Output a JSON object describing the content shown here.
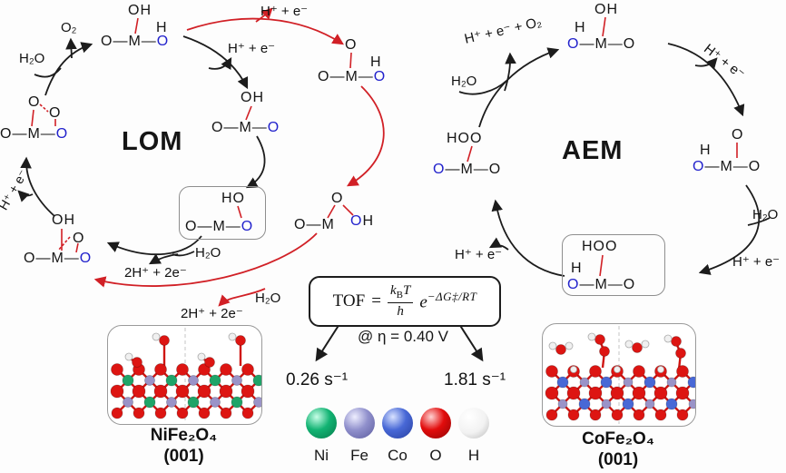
{
  "titles": {
    "lom": "LOM",
    "aem": "AEM"
  },
  "lom": {
    "species": {
      "a": {
        "top": "OH",
        "h": "H",
        "row_left": "O—M—",
        "row_o": "O"
      },
      "b": {
        "top": "O",
        "h": "H",
        "row_left": "O—M—",
        "row_o": "O"
      },
      "c": {
        "top": "O",
        "row": "O—M",
        "o": "O",
        "h": "H"
      },
      "d": {
        "top": "HO",
        "row_left": "O—M—",
        "row_o": "O"
      },
      "e": {
        "top": "OH",
        "row_left": "O—M—",
        "row_o": "O"
      },
      "f": {
        "top": "OH",
        "o": "O",
        "row_left": "O—M—",
        "row_o": "O"
      },
      "g": {
        "o1": "O",
        "o2": "O",
        "row_left": "O—M—",
        "row_o": "O"
      }
    },
    "labels": {
      "h_e_top": "H⁺ + e⁻",
      "h_e_mid": "H⁺ + e⁻",
      "h_e_left": "H⁺ + e⁻",
      "h2o_top": "H₂O",
      "o2": "O₂",
      "h2o_mid": "H₂O",
      "two_h_two_e_black": "2H⁺ + 2e⁻",
      "h2o_red": "H₂O",
      "two_h_two_e_red": "2H⁺ + 2e⁻"
    }
  },
  "aem": {
    "species": {
      "top": {
        "top": "OH",
        "h": "H",
        "row_o": "O",
        "row_right": "—M—O"
      },
      "right": {
        "top": "O",
        "h": "H",
        "row_o": "O",
        "row_right": "—M—O"
      },
      "left": {
        "top": "HOO",
        "row_o": "O",
        "row_right": "—M—O"
      },
      "boxed": {
        "top": "HOO",
        "h": "H",
        "row_o": "O",
        "row_right": "—M—O"
      }
    },
    "labels": {
      "release": "H⁺ + e⁻ + O₂",
      "h2o_top": "H₂O",
      "h_e_right": "H⁺ + e⁻",
      "h2o_right": "H₂O",
      "h_e_bottom": "H⁺ + e⁻",
      "h_e_left": "H⁺ + e⁻"
    }
  },
  "tof": {
    "lhs": "TOF",
    "equals": "=",
    "num_k": "k",
    "num_sub": "B",
    "num_t": "T",
    "den": "h",
    "base": "e",
    "exp": "−ΔG‡/RT",
    "condition": "@ η = 0.40 V",
    "left_value": "0.26 s⁻¹",
    "right_value": "1.81 s⁻¹"
  },
  "catalysts": {
    "left": {
      "name": "NiFe₂O₄",
      "facet": "(001)"
    },
    "right": {
      "name": "CoFe₂O₄",
      "facet": "(001)"
    }
  },
  "legend": {
    "items": [
      {
        "symbol": "Ni",
        "color": "#12b373"
      },
      {
        "symbol": "Fe",
        "color": "#9090cc"
      },
      {
        "symbol": "Co",
        "color": "#4868d6"
      },
      {
        "symbol": "O",
        "color": "#e20c0c"
      },
      {
        "symbol": "H",
        "color": "#f2f2f2"
      }
    ]
  },
  "colors": {
    "accent_red": "#d12026",
    "lattice_oxygen_blue": "#2222cc"
  }
}
